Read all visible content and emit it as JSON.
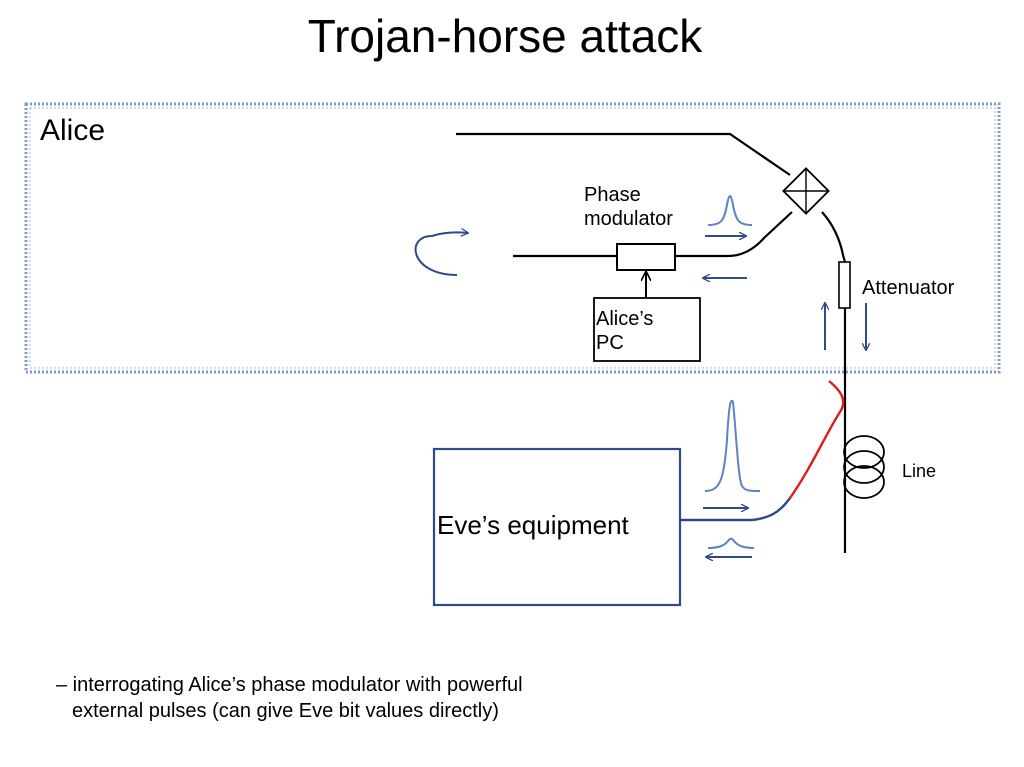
{
  "slide": {
    "title": "Trojan-horse attack",
    "alice_label": "Alice",
    "phase_modulator_line1": "Phase",
    "phase_modulator_line2": "modulator",
    "alices_pc_line1": "Alice’s",
    "alices_pc_line2": "PC",
    "attenuator_label": "Attenuator",
    "line_label": "Line",
    "eve_label": "Eve’s equipment",
    "caption_line1": "– interrogating Alice’s phase modulator with powerful",
    "caption_line2": "external pulses (can give Eve bit values directly)"
  },
  "colors": {
    "alice_box_border": "#7f9bd0",
    "fiber": "#000000",
    "eve_box_border": "#2e4a88",
    "arrow": "#2e4a88",
    "pulse": "#5b84c4",
    "tap_fiber_red": "#e21b1b",
    "tap_fiber_blue": "#2e4a88"
  }
}
